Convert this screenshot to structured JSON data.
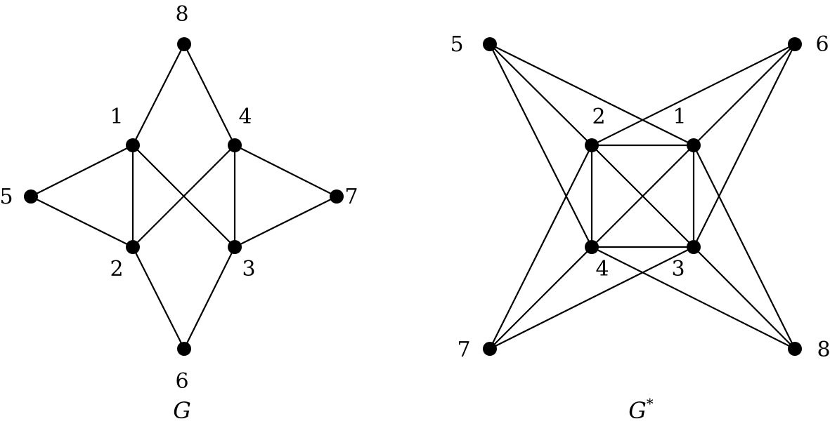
{
  "graphs": [
    {
      "id": "G",
      "caption": "G",
      "vertices": [
        "1",
        "2",
        "3",
        "4",
        "5",
        "6",
        "7",
        "8"
      ],
      "edges": [
        [
          "1",
          "8"
        ],
        [
          "4",
          "8"
        ],
        [
          "1",
          "5"
        ],
        [
          "2",
          "5"
        ],
        [
          "1",
          "2"
        ],
        [
          "1",
          "3"
        ],
        [
          "4",
          "2"
        ],
        [
          "4",
          "3"
        ],
        [
          "4",
          "7"
        ],
        [
          "3",
          "7"
        ],
        [
          "2",
          "6"
        ],
        [
          "3",
          "6"
        ]
      ]
    },
    {
      "id": "Gstar",
      "caption": "G",
      "caption_sup": "*",
      "vertices": [
        "1",
        "2",
        "3",
        "4",
        "5",
        "6",
        "7",
        "8"
      ],
      "edges": [
        [
          "1",
          "2"
        ],
        [
          "2",
          "4"
        ],
        [
          "4",
          "3"
        ],
        [
          "3",
          "1"
        ],
        [
          "1",
          "4"
        ],
        [
          "2",
          "3"
        ],
        [
          "5",
          "2"
        ],
        [
          "5",
          "4"
        ],
        [
          "5",
          "1"
        ],
        [
          "6",
          "1"
        ],
        [
          "6",
          "3"
        ],
        [
          "6",
          "2"
        ],
        [
          "7",
          "4"
        ],
        [
          "7",
          "2"
        ],
        [
          "7",
          "3"
        ],
        [
          "8",
          "3"
        ],
        [
          "8",
          "1"
        ],
        [
          "8",
          "4"
        ]
      ]
    }
  ]
}
